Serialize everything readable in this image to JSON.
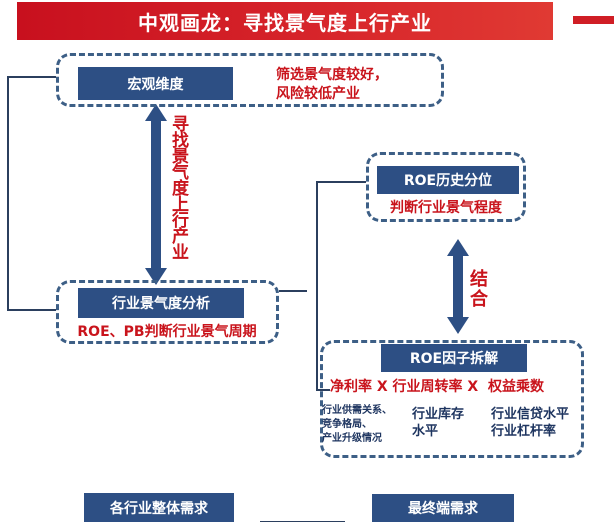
{
  "title": "中观画龙：寻找景气度上行产业",
  "macro": {
    "label": "宏观维度",
    "note_line1": "筛选景气度较好，",
    "note_line2": "风险较低产业"
  },
  "vertical_arrow_text": "寻找景气度上行产业",
  "industry": {
    "label": "行业景气度分析",
    "note": "ROE、PB判断行业景气周期"
  },
  "roe_history": {
    "label": "ROE历史分位",
    "note": "判断行业景气程度"
  },
  "combine_text": "结合",
  "roe_factor": {
    "label": "ROE因子拆解",
    "formula": "净利率 X 行业周转率 X  权益乘数",
    "col1_line1": "行业供需关系、",
    "col1_line2": "竞争格局、",
    "col1_line3": "产业升级情况",
    "col2_line1": "行业库存",
    "col2_line2": "水平",
    "col3_line1": "行业信贷水平",
    "col3_line2": "行业杠杆率"
  },
  "bottom": {
    "left_label": "各行业整体需求",
    "right_label": "最终端需求"
  },
  "colors": {
    "accent_red": "#c9141c",
    "navy": "#2d4f84",
    "dash_border": "#3d5f86"
  }
}
